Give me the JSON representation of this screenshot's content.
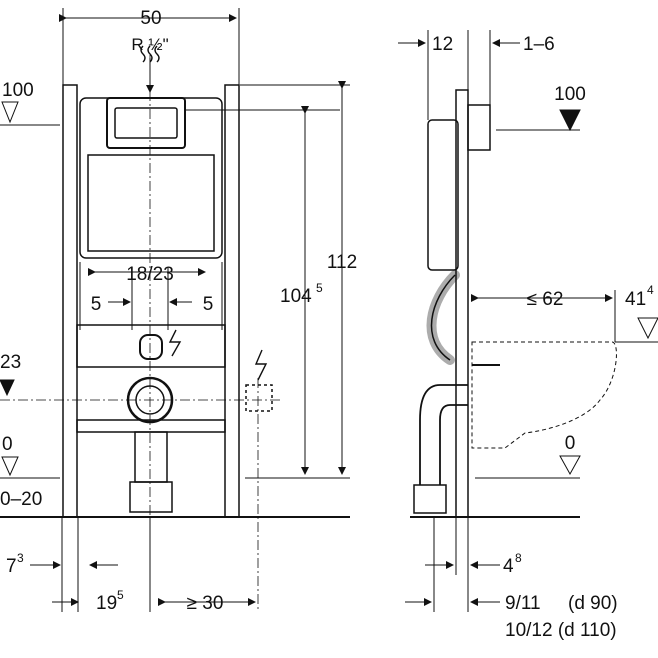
{
  "labels": {
    "top_width": "50",
    "pipe": "R ½\"",
    "height_112": "112",
    "height_104_main": "104",
    "height_104_sup": "5",
    "spacing_18_23": "18/23",
    "left_5": "5",
    "right_5": "5",
    "level_100_left": "100",
    "level_100_right": "100",
    "level_23": "23",
    "level_0_left": "0",
    "level_0_right": "0",
    "range_0_20": "0–20",
    "bottom_7_main": "7",
    "bottom_7_sup": "3",
    "bottom_19_main": "19",
    "bottom_19_sup": "5",
    "bottom_min30": "≥ 30",
    "side_12": "12",
    "side_1_6": "1–6",
    "side_max62": "≤ 62",
    "side_41_main": "41",
    "side_41_sup": "4",
    "side_4_main": "4",
    "side_4_sup": "8",
    "pipe_911": "9/11",
    "pipe_d90": "(d 90)",
    "pipe_1012": "10/12 (d 110)"
  }
}
